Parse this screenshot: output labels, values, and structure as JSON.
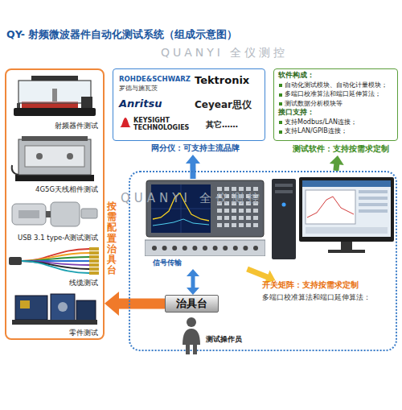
{
  "diagram": {
    "title": "QY- 射频微波器件自动化测试系统（组成示意图）",
    "nodes": [
      {
        "text": [
          "按需配置治具台"
        ]
      },
      {
        "text": [
          "射频器件测试"
        ],
        "in": 0
      },
      {
        "text": [
          "4G5G天线相件测试"
        ],
        "in": 0
      },
      {
        "text": [
          "USB 3.1 type-A测试测试"
        ],
        "in": 0
      },
      {
        "text": [
          "线缆测试"
        ],
        "in": 0
      },
      {
        "text": [
          "零件测试"
        ],
        "in": 0
      },
      {
        "text": [
          "ROHDE&SCHWARZ",
          "罗德与施瓦茨",
          "Tektronix",
          "Anritsu",
          "Ceyear思仪",
          "KEYSIGHT TECHNOLOGIES",
          "其它……",
          "网分仪：可支持主流品牌"
        ]
      },
      {
        "text": [
          "软件构成：",
          "自动化测试模块、自动化计量模块；",
          "多端口校准算法和端口延伸算法；",
          "测试数据分析模块等",
          "接口支持：",
          "支持Modbus/LAN连接；",
          "支持LAN/GPIB连接；",
          "测试软件：支持按需求定制"
        ]
      },
      {
        "text": []
      },
      {
        "text": [
          "信号传输"
        ],
        "in": 8
      },
      {
        "text": [
          "开关矩阵：支持按需求定制",
          "多端口校准算法和端口延伸算法："
        ],
        "in": 8
      },
      {
        "text": [
          "治具台"
        ],
        "in": 8
      }
    ],
    "edges": [
      {
        "from": 9,
        "to": 6,
        "arrow": "to"
      },
      {
        "from": 8,
        "to": 7,
        "arrow": "to"
      },
      {
        "from": 11,
        "to": 0,
        "arrow": "to"
      },
      {
        "from": 9,
        "to": 11,
        "arrow": "both"
      },
      {
        "from": 9,
        "to": 10,
        "arrow": "to"
      }
    ],
    "labels": [
      "测试操作员",
      "QUANYI 全仪测控",
      "QUANYI 全仪测控"
    ]
  }
}
